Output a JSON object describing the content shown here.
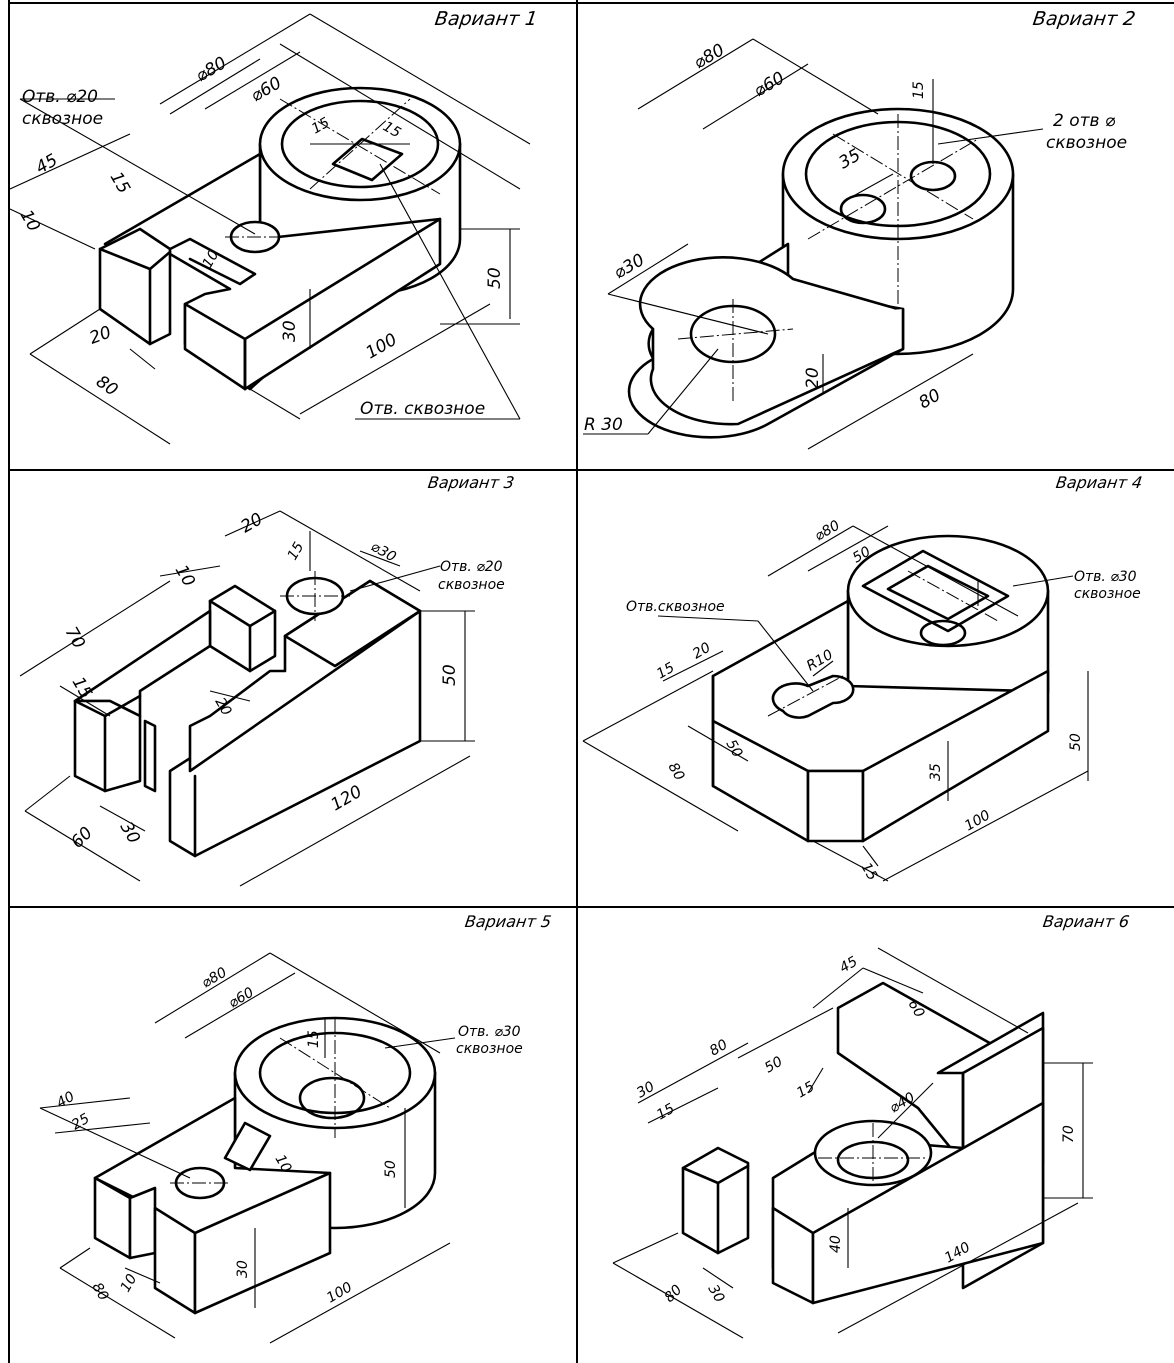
{
  "sheet": {
    "variants": [
      {
        "title": "Вариант 1",
        "dims": [
          "⌀80",
          "⌀60",
          "45",
          "15",
          "10",
          "20",
          "80",
          "30",
          "100",
          "50",
          "10",
          "15",
          "15"
        ],
        "notes": [
          "Отв. ⌀20",
          "сквозное",
          "Отв. сквозное"
        ]
      },
      {
        "title": "Вариант 2",
        "dims": [
          "⌀80",
          "⌀60",
          "35",
          "15",
          "⌀30",
          "R 30",
          "20",
          "80"
        ],
        "notes": [
          "2 отв ⌀",
          "сквозное"
        ]
      },
      {
        "title": "Вариант 3",
        "dims": [
          "20",
          "10",
          "⌀30",
          "15",
          "70",
          "15",
          "20",
          "50",
          "120",
          "30",
          "60"
        ],
        "notes": [
          "Отв. ⌀20",
          "сквозное"
        ]
      },
      {
        "title": "Вариант 4",
        "dims": [
          "⌀80",
          "50",
          "15",
          "20",
          "R10",
          "50",
          "80",
          "35",
          "50",
          "100",
          "15"
        ],
        "notes": [
          "Отв.сквозное",
          "Отв. ⌀30",
          "сквозное"
        ]
      },
      {
        "title": "Вариант 5",
        "dims": [
          "⌀80",
          "⌀60",
          "15",
          "40",
          "25",
          "10",
          "50",
          "30",
          "100",
          "80",
          "10"
        ],
        "notes": [
          "Отв. ⌀30",
          "сквозное"
        ]
      },
      {
        "title": "Вариант 6",
        "dims": [
          "45",
          "60",
          "30",
          "80",
          "50",
          "15",
          "15",
          "⌀40",
          "70",
          "40",
          "140",
          "30",
          "80"
        ],
        "notes": []
      }
    ]
  }
}
